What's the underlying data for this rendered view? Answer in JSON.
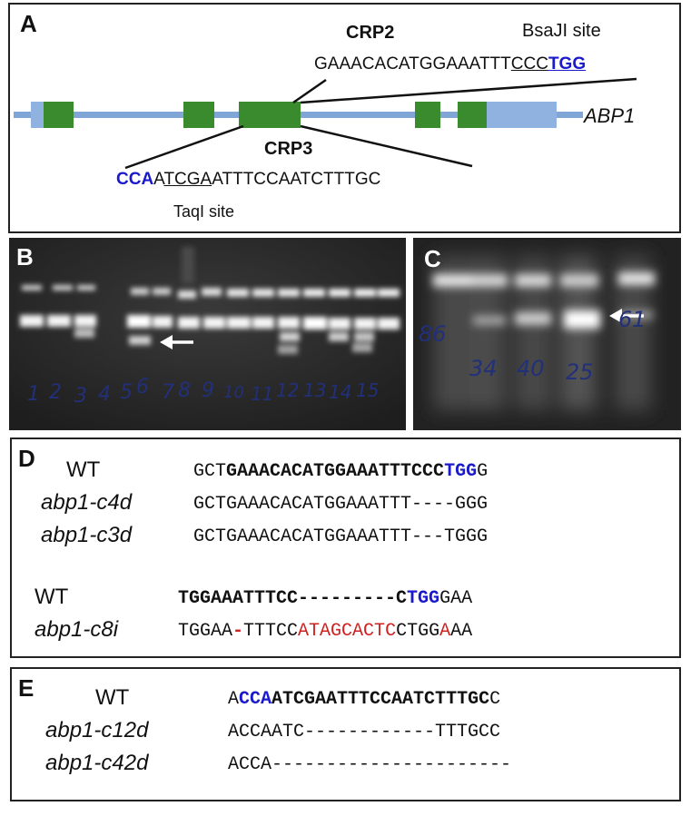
{
  "panel_a": {
    "label": "A",
    "crp2_label": "CRP2",
    "crp3_label": "CRP3",
    "bsaji_label": "BsaJI site",
    "taqi_label": "TaqI site",
    "gene_label": "ABP1",
    "crp2_seq": {
      "plain": "GAAACACATGGAAATTT",
      "underlined": "CCC",
      "pam": "TGG"
    },
    "crp3_seq": {
      "pam": "CCA",
      "a": "A",
      "underlined": "TCGA",
      "rest": "ATTTCCAATCTTTGC"
    },
    "colors": {
      "intron_line": "#7fa6d6",
      "exon": "#3a8a2e",
      "utr": "#8fb2e0",
      "pam": "#1a1acc"
    }
  },
  "panel_b": {
    "label": "B",
    "lane_numbers": [
      "1",
      "2",
      "3",
      "4",
      "5",
      "6",
      "7",
      "8",
      "9",
      "10",
      "11",
      "12",
      "13",
      "14",
      "15"
    ]
  },
  "panel_c": {
    "label": "C",
    "lane_numbers": [
      "86",
      "34",
      "40",
      "25",
      "61"
    ]
  },
  "panel_d": {
    "label": "D",
    "rows1": [
      {
        "name": "WT",
        "italic": false,
        "seq": [
          [
            "GCT",
            ""
          ],
          [
            "GAAACACATGGAAATTTCCC",
            "b"
          ],
          [
            "TGG",
            "b blue"
          ],
          [
            "G",
            ""
          ]
        ]
      },
      {
        "name": "abp1-c4d",
        "italic": true,
        "seq": [
          [
            "GCTGAAACACATGGAAATTT----GGG",
            ""
          ]
        ]
      },
      {
        "name": "abp1-c3d",
        "italic": true,
        "seq": [
          [
            "GCTGAAACACATGGAAATTT---TGGG",
            ""
          ]
        ]
      }
    ],
    "rows2": [
      {
        "name": "WT",
        "italic": false,
        "seq": [
          [
            "TGGAAATTTCC---------C",
            "b"
          ],
          [
            "TGG",
            "b blue"
          ],
          [
            "GAA",
            ""
          ]
        ]
      },
      {
        "name": "abp1-c8i",
        "italic": true,
        "seq": [
          [
            "TGGAA",
            ""
          ],
          [
            "-",
            "red b"
          ],
          [
            "TTTCC",
            ""
          ],
          [
            "ATAGCACTC",
            "red"
          ],
          [
            "CTGG",
            ""
          ],
          [
            "A",
            "red"
          ],
          [
            "AA",
            ""
          ]
        ]
      }
    ]
  },
  "panel_e": {
    "label": "E",
    "rows": [
      {
        "name": "WT",
        "italic": false,
        "seq": [
          [
            "A",
            ""
          ],
          [
            "CCA",
            "b blue"
          ],
          [
            "ATCGAATTTCCAATCTTTGC",
            "b"
          ],
          [
            "C",
            ""
          ]
        ]
      },
      {
        "name": "abp1-c12d",
        "italic": true,
        "seq": [
          [
            "ACCAATC------------TTTGCC",
            ""
          ]
        ]
      },
      {
        "name": "abp1-c42d",
        "italic": true,
        "seq": [
          [
            "ACCA----------------------",
            ""
          ]
        ]
      }
    ]
  }
}
